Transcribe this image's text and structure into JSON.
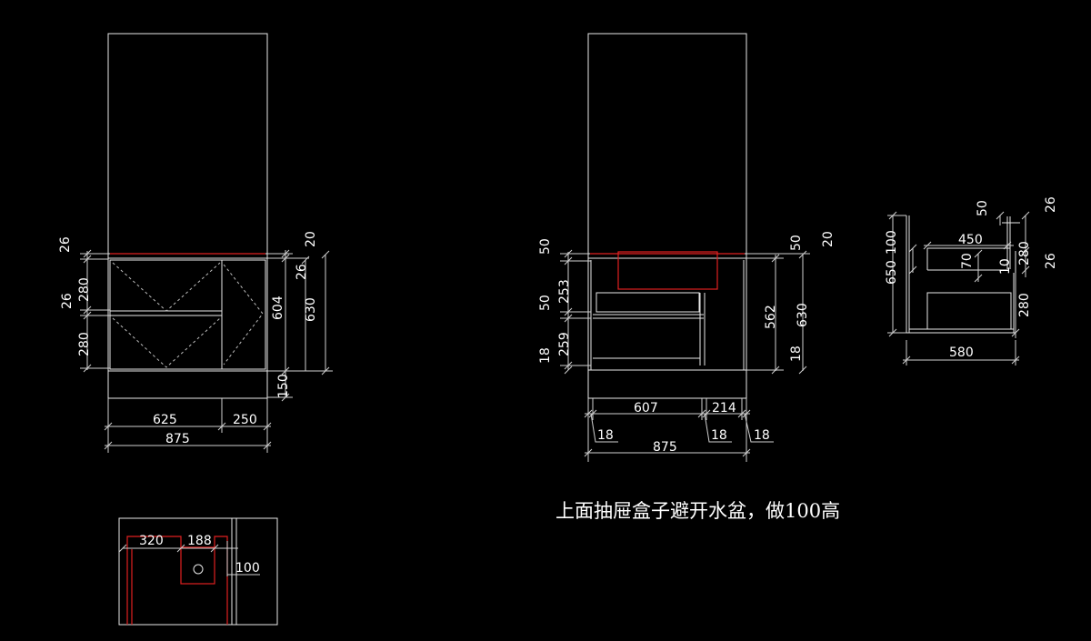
{
  "note": "上面抽屉盒子避开水盆，做100高",
  "front_view": {
    "top": "26",
    "drawer_gap": "26",
    "upper_drawer": "280",
    "lower_drawer": "280",
    "left_width": "625",
    "right_width": "250",
    "total_width": "875",
    "right_offset": "20",
    "right_gap": "26",
    "inner_height": "604",
    "cabinet_height": "630",
    "base": "150"
  },
  "side_view": {
    "top_gap": "50",
    "drawer_height": "253",
    "mid_gap": "50",
    "lower_height": "259",
    "bottom": "18",
    "left_width": "607",
    "right_width": "214",
    "panel_left": "18",
    "panel_mid": "18",
    "panel_right": "18",
    "total_width": "875",
    "right_top": "50",
    "right_offset": "20",
    "inner_height": "562",
    "cabinet_height": "630",
    "right_bottom": "18"
  },
  "section_view": {
    "top_gap": "50",
    "top_offset": "26",
    "box_height": "100",
    "box_width": "450",
    "inner_height": "70",
    "right_gap": "280",
    "right_offset": "10",
    "right_top": "26",
    "total_height": "650",
    "lower_height": "280",
    "depth": "580"
  },
  "plan_view": {
    "left_width": "320",
    "basin_width": "188",
    "basin_depth": "100"
  }
}
